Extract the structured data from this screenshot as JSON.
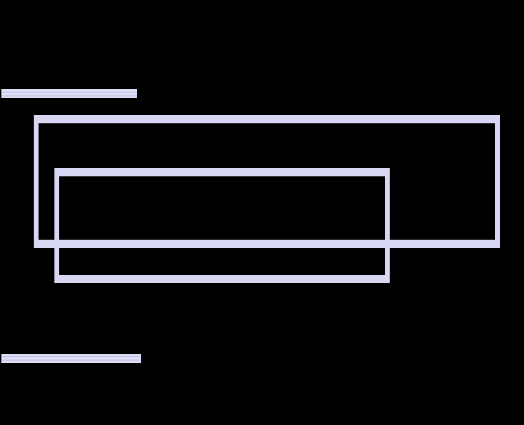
{
  "scene": {
    "background_color": "#000000",
    "stroke_color": "#d8d8f4",
    "elements": [
      {
        "kind": "ledge",
        "name": "upper-ledge"
      },
      {
        "kind": "outline-box",
        "name": "outer-frame"
      },
      {
        "kind": "outline-box",
        "name": "inner-frame"
      },
      {
        "kind": "ledge",
        "name": "lower-ledge"
      }
    ]
  }
}
